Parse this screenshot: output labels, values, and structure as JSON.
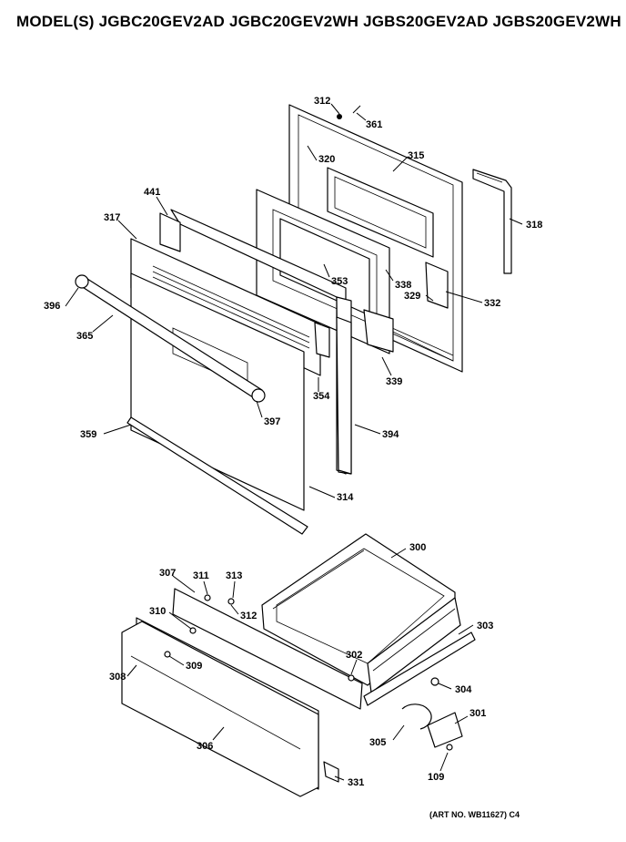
{
  "header": {
    "title": "MODEL(S) JGBC20GEV2AD  JGBC20GEV2WH  JGBS20GEV2AD  JGBS20GEV2WH"
  },
  "footer": {
    "art_no": "(ART NO. WB11627) C4"
  },
  "parts": [
    {
      "id": "p312a",
      "label": "312"
    },
    {
      "id": "p361",
      "label": "361"
    },
    {
      "id": "p320",
      "label": "320"
    },
    {
      "id": "p315",
      "label": "315"
    },
    {
      "id": "p318",
      "label": "318"
    },
    {
      "id": "p441",
      "label": "441"
    },
    {
      "id": "p317",
      "label": "317"
    },
    {
      "id": "p353",
      "label": "353"
    },
    {
      "id": "p338",
      "label": "338"
    },
    {
      "id": "p329",
      "label": "329"
    },
    {
      "id": "p332",
      "label": "332"
    },
    {
      "id": "p396",
      "label": "396"
    },
    {
      "id": "p365",
      "label": "365"
    },
    {
      "id": "p339",
      "label": "339"
    },
    {
      "id": "p354",
      "label": "354"
    },
    {
      "id": "p397",
      "label": "397"
    },
    {
      "id": "p394",
      "label": "394"
    },
    {
      "id": "p359",
      "label": "359"
    },
    {
      "id": "p314",
      "label": "314"
    },
    {
      "id": "p300",
      "label": "300"
    },
    {
      "id": "p307",
      "label": "307"
    },
    {
      "id": "p311",
      "label": "311"
    },
    {
      "id": "p313",
      "label": "313"
    },
    {
      "id": "p312b",
      "label": "312"
    },
    {
      "id": "p310",
      "label": "310"
    },
    {
      "id": "p303",
      "label": "303"
    },
    {
      "id": "p302",
      "label": "302"
    },
    {
      "id": "p309",
      "label": "309"
    },
    {
      "id": "p308",
      "label": "308"
    },
    {
      "id": "p304",
      "label": "304"
    },
    {
      "id": "p301",
      "label": "301"
    },
    {
      "id": "p305",
      "label": "305"
    },
    {
      "id": "p306",
      "label": "306"
    },
    {
      "id": "p109",
      "label": "109"
    },
    {
      "id": "p331",
      "label": "331"
    }
  ]
}
